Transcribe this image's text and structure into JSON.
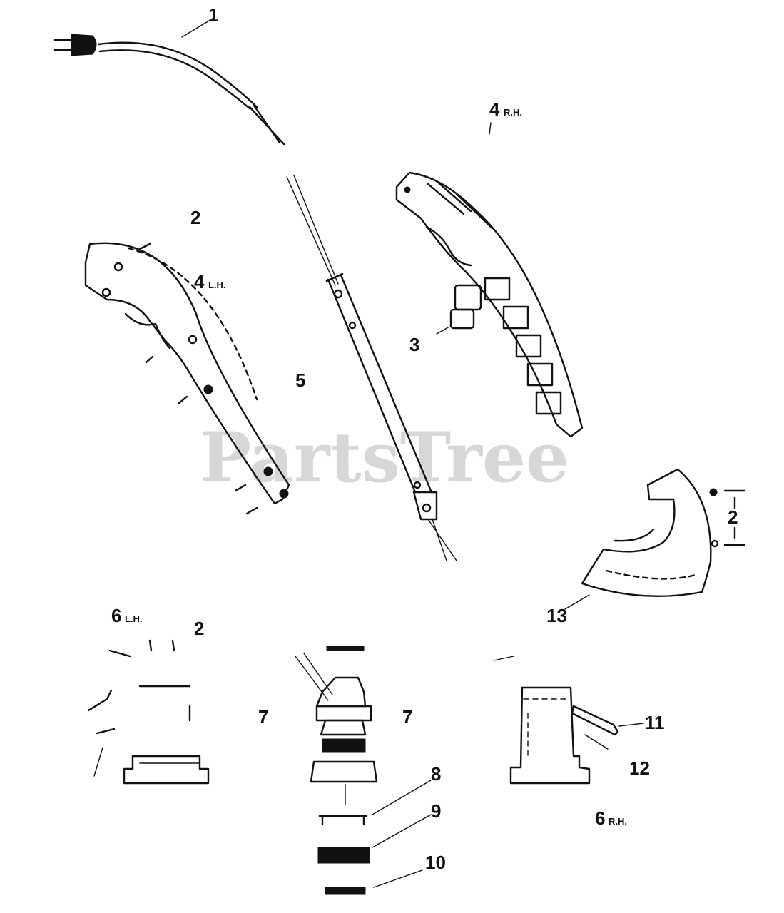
{
  "watermark": "PartsTree",
  "colors": {
    "ink": "#111111",
    "watermark": "#b8b8b8",
    "background": "#ffffff"
  },
  "callouts": {
    "c1": "1",
    "c2_top": "2",
    "c2_guard": "2",
    "c2_handle": "2",
    "c3": "3",
    "c4_lh": "4",
    "c4_lh_suffix": "L.H.",
    "c4_rh": "4",
    "c4_rh_suffix": "R.H.",
    "c5": "5",
    "c6_lh": "6",
    "c6_lh_suffix": "L.H.",
    "c6_rh": "6",
    "c6_rh_suffix": "R.H.",
    "c7_left": "7",
    "c7_right": "7",
    "c8": "8",
    "c9": "9",
    "c10": "10",
    "c11": "11",
    "c12": "12",
    "c13": "13"
  }
}
